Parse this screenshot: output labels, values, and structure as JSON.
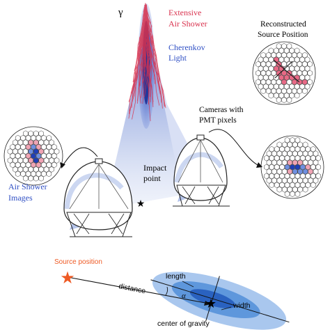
{
  "labels": {
    "gamma": "γ",
    "shower_line1": "Extensive",
    "shower_line2": "Air Shower",
    "cherenkov_line1": "Cherenkov",
    "cherenkov_line2": "Light",
    "reco_line1": "Reconstructed",
    "reco_line2": "Source Position",
    "cameras_line1": "Cameras with",
    "cameras_line2": "PMT pixels",
    "images_line1": "Air Shower",
    "images_line2": "Images",
    "impact_line1": "Impact",
    "impact_line2": "point",
    "source_position": "Source position",
    "length": "length",
    "distance": "distance",
    "alpha": "α",
    "width": "width",
    "center_of_gravity": "center of gravity"
  },
  "colors": {
    "shower_red": "#d9324e",
    "cherenkov_blue": "#2f4fc4",
    "source_orange": "#ee5a24",
    "ellipse_outer": "#a9c7ee",
    "ellipse_mid": "#5e97dc",
    "ellipse_inner": "#2a62c0",
    "pixel_red": "#e86a86",
    "pixel_blue": "#2d55d0"
  },
  "icons": [
    "source-star-icon",
    "impact-star-icon",
    "cog-star-icon"
  ]
}
